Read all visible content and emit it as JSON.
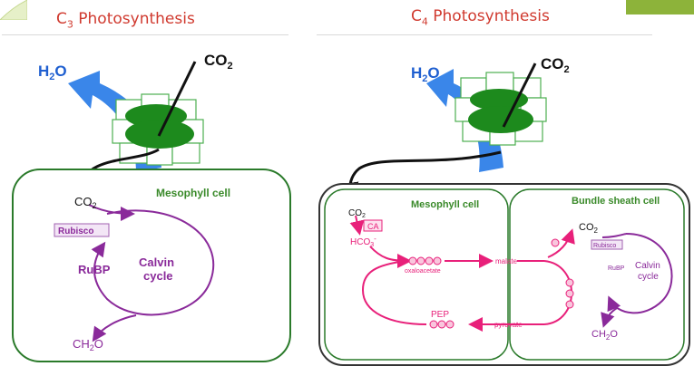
{
  "c3": {
    "title_letter": "C",
    "title_sub": "3",
    "title_rest": " Photosynthesis",
    "h2o": "H",
    "h2o_sub": "2",
    "h2o_end": "O",
    "co2": "CO",
    "co2_sub": "2",
    "cell_label": "Mesophyll cell",
    "inner_co2": "CO",
    "inner_co2_sub": "2",
    "rubisco": "Rubisco",
    "rubp": "RuBP",
    "calvin_1": "Calvin",
    "calvin_2": "cycle",
    "ch2o": "CH",
    "ch2o_sub": "2",
    "ch2o_end": "O"
  },
  "c4": {
    "title_letter": "C",
    "title_sub": "4",
    "title_rest": " Photosynthesis",
    "h2o": "H",
    "h2o_sub": "2",
    "h2o_end": "O",
    "co2": "CO",
    "co2_sub": "2",
    "mesophyll_label": "Mesophyll cell",
    "bundle_label": "Bundle sheath cell",
    "inner_co2": "CO",
    "inner_co2_sub": "2",
    "ca": "CA",
    "hco3": "HCO",
    "hco3_sub": "3",
    "hco3_sup": "-",
    "oxaloacetate": "oxaloacetate",
    "malate": "malate",
    "pep": "PEP",
    "pyruvate": "pyruvate",
    "bs_co2": "CO",
    "bs_co2_sub": "2",
    "rubisco": "Rubisco",
    "rubp": "RuBP",
    "calvin_1": "Calvin",
    "calvin_2": "cycle",
    "ch2o": "CH",
    "ch2o_sub": "2",
    "ch2o_end": "O"
  },
  "colors": {
    "title": "#d03a2f",
    "arrow_blue": "#2f7fe8",
    "leaf_green": "#1d8a1d",
    "cell_border": "#2a7a2a",
    "label_green": "#3a8a2a",
    "purple": "#8a2a9a",
    "magenta": "#e8207a"
  }
}
